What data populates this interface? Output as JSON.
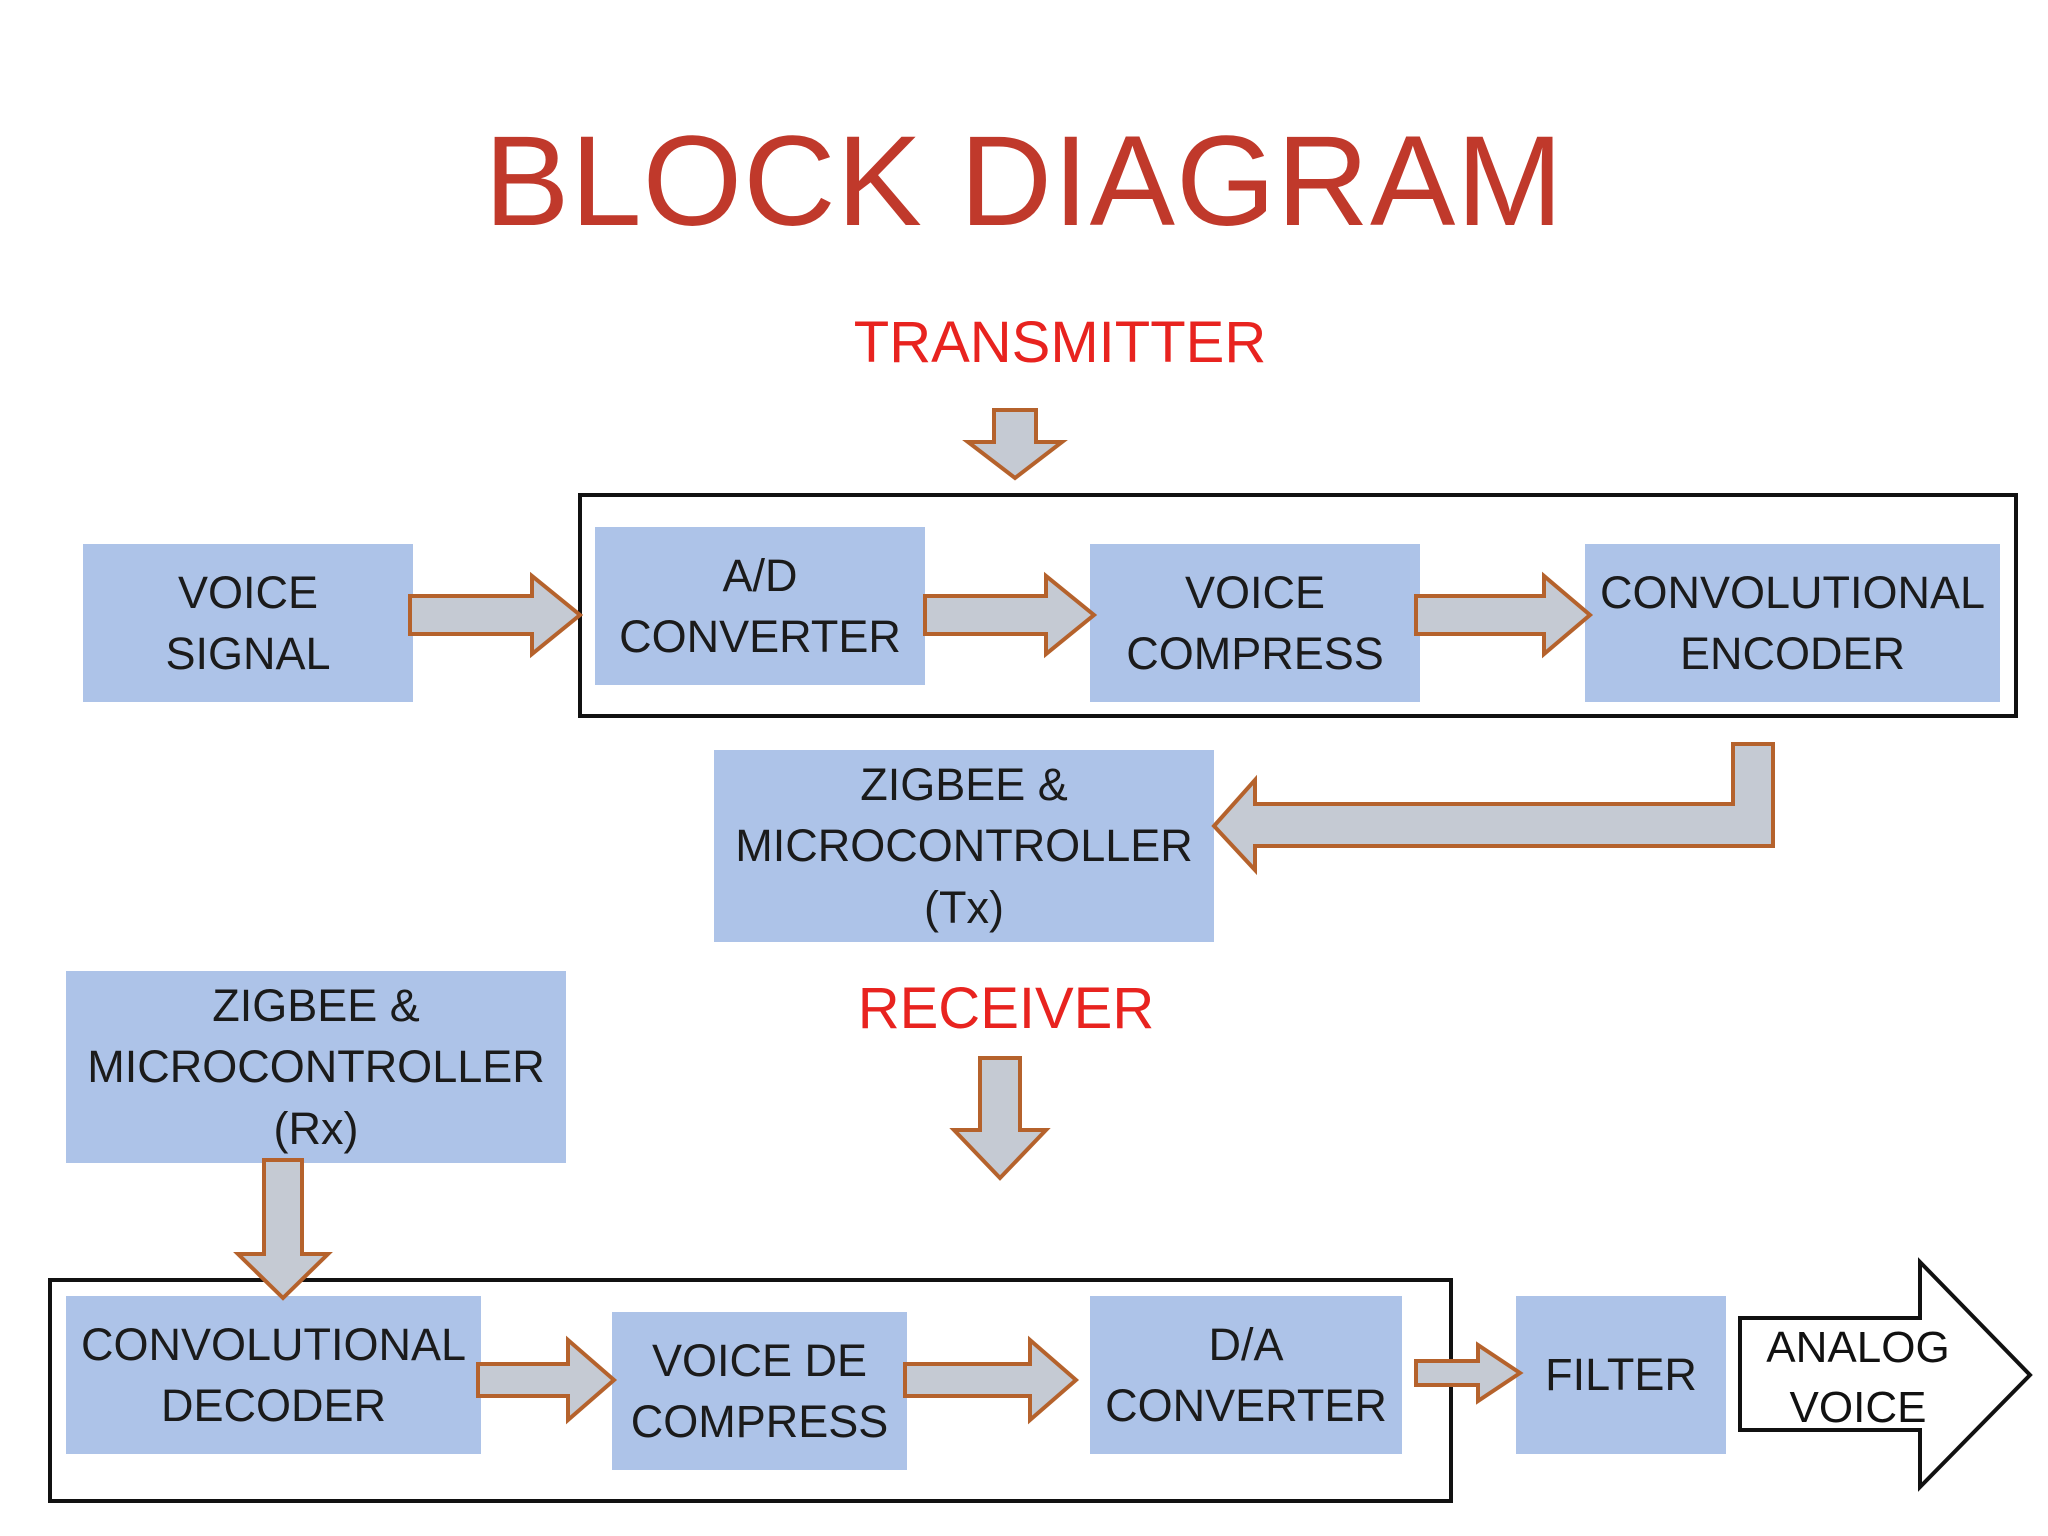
{
  "title": "BLOCK DIAGRAM",
  "transmitter": {
    "label": "TRANSMITTER",
    "input_block": "VOICE\nSIGNAL",
    "blocks": [
      "A/D\nCONVERTER",
      "VOICE\nCOMPRESS",
      "CONVOLUTIONAL\nENCODER"
    ],
    "radio_block": "ZIGBEE &\nMICROCONTROLLER\n(Tx)"
  },
  "receiver": {
    "label": "RECEIVER",
    "radio_block": "ZIGBEE &\nMICROCONTROLLER\n(Rx)",
    "blocks": [
      "CONVOLUTIONAL\nDECODER",
      "VOICE DE\nCOMPRESS",
      "D/A\nCONVERTER"
    ],
    "filter_block": "FILTER",
    "output": "ANALOG\nVOICE"
  },
  "colors": {
    "title": "#c0392b",
    "section_label": "#e8231f",
    "block_fill": "#adc3e8",
    "arrow_fill": "#c5cad3",
    "arrow_stroke": "#b5622c"
  }
}
